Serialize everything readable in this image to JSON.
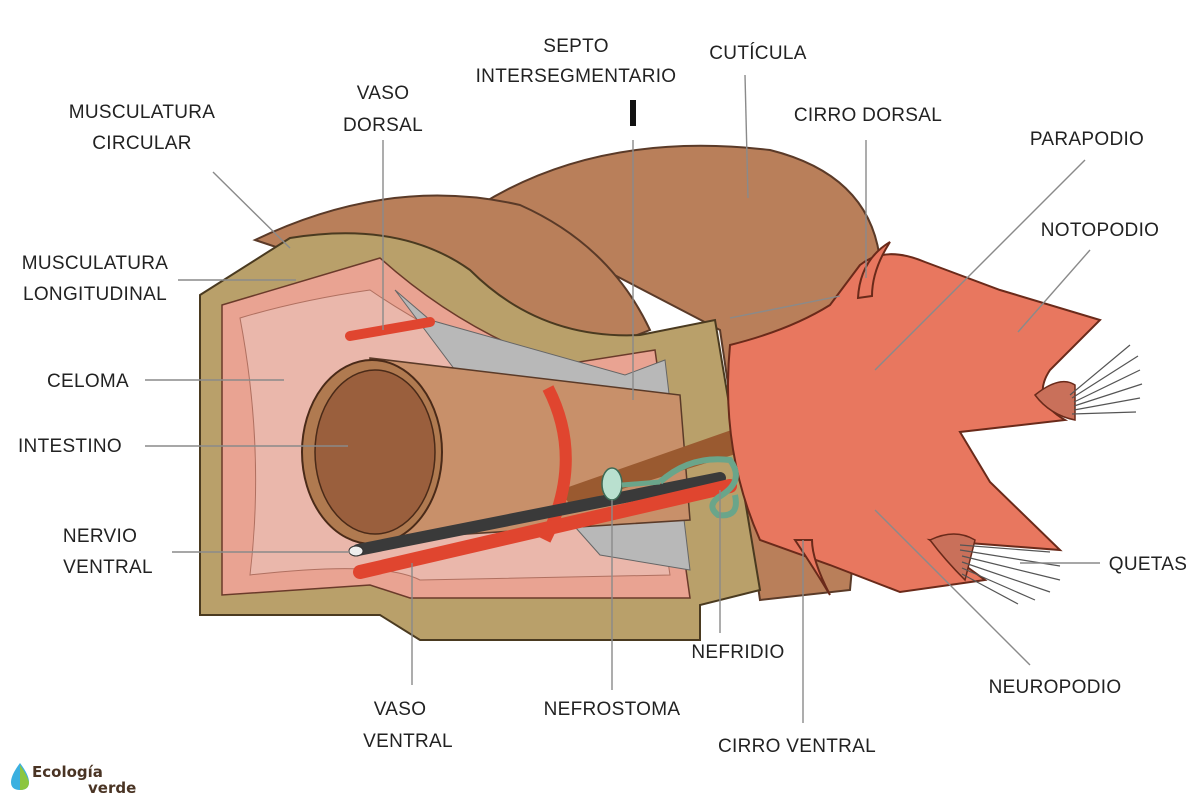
{
  "labels": {
    "musculatura_circular": [
      "MUSCULATURA",
      "CIRCULAR"
    ],
    "vaso_dorsal": [
      "VASO",
      "DORSAL"
    ],
    "septo": [
      "SEPTO",
      "INTERSEGMENTARIO"
    ],
    "cuticula": "CUTÍCULA",
    "cirro_dorsal": "CIRRO DORSAL",
    "parapodio": "PARAPODIO",
    "notopodio": "NOTOPODIO",
    "musculatura_longitudinal": [
      "MUSCULATURA",
      "LONGITUDINAL"
    ],
    "celoma": "CELOMA",
    "intestino": "INTESTINO",
    "nervio_ventral": [
      "NERVIO",
      "VENTRAL"
    ],
    "vaso_ventral": [
      "VASO",
      "VENTRAL"
    ],
    "nefrostoma": "NEFROSTOMA",
    "nefridio": "NEFRIDIO",
    "cirro_ventral": "CIRRO VENTRAL",
    "neuropodio": "NEUROPODIO",
    "quetas": "QUETAS"
  },
  "logo": {
    "line1": "Ecología",
    "line2": "verde"
  },
  "colors": {
    "cuticle": "#b97f5a",
    "wall": "#b9a06a",
    "muscle": "#e9a392",
    "coelom": "#eab7ab",
    "intestine": "#c8906a",
    "lumen": "#9a5f3d",
    "vessel": "#e0452f",
    "nerve": "#3a3a3a",
    "septum": "#b8b8b8",
    "parapodium": "#e8775f",
    "nephridium": "#6aa58a"
  }
}
